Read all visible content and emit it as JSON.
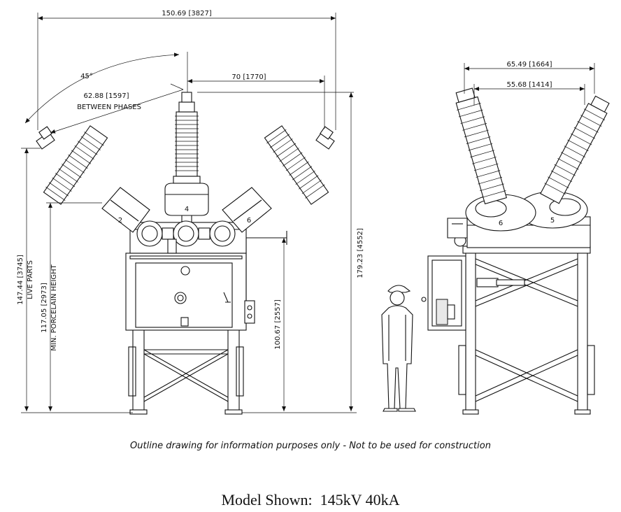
{
  "dimensions": {
    "overall_width": "150.69 [3827]",
    "angle": "45°",
    "between_phases_value": "62.88 [1597]",
    "between_phases_label": "BETWEEN PHASES",
    "center_offset": "70 [1770]",
    "total_height": "179.23 [4552]",
    "base_height": "100.67 [2557]",
    "live_parts_value": "147.44 [3745]",
    "live_parts_label": "LIVE PARTS",
    "porcelain_value": "117.05 [2973]",
    "porcelain_label": "MIN. PORCELAIN HEIGHT",
    "side_outer": "65.49 [1664]",
    "side_inner": "55.68 [1414]"
  },
  "pole_labels": {
    "front_left": "2",
    "front_center": "4",
    "front_right": "6",
    "side_front": "6",
    "side_back": "5"
  },
  "footer": {
    "note": "Outline drawing for information purposes only - Not to be used for construction",
    "model_prefix": "Model Shown:",
    "model_value": "145kV 40kA"
  }
}
